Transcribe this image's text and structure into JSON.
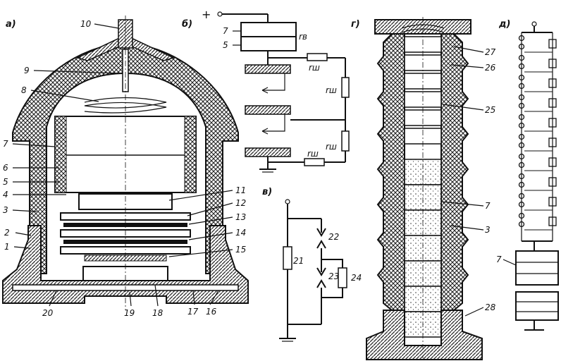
{
  "panels": [
    "а)",
    "б)",
    "в)",
    "г)",
    "д)"
  ],
  "labels_a": [
    "1",
    "2",
    "3",
    "4",
    "5",
    "6",
    "7",
    "8",
    "9",
    "10",
    "11",
    "12",
    "13",
    "14",
    "15",
    "16",
    "17",
    "18",
    "19",
    "20"
  ],
  "labels_b": {
    "plus": "+",
    "n7": "7",
    "n5": "5",
    "rv": "rв",
    "rsh": "rш"
  },
  "labels_v": {
    "n21": "21",
    "n22": "22",
    "n23": "23",
    "n24": "24"
  },
  "labels_g": [
    "27",
    "26",
    "25",
    "7",
    "3",
    "28"
  ],
  "labels_d": {
    "n7": "7"
  }
}
